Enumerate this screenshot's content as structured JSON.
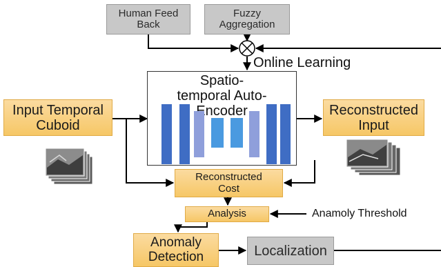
{
  "diagram": {
    "human_feedback": "Human Feed Back",
    "fuzzy_aggregation": "Fuzzy Aggregation",
    "online_learning": "Online Learning",
    "autoencoder_title": "Spatio-temporal Auto-Encoder",
    "input_cuboid": "Input Temporal Cuboid",
    "reconstructed_input": "Reconstructed Input",
    "reconstructed_cost": "Reconstructed Cost",
    "analysis": "Analysis",
    "threshold": "Anamoly Threshold",
    "anomaly_detection": "Anomaly Detection",
    "localization": "Localization"
  },
  "colors": {
    "encoder_dark": "#3f6dc4",
    "encoder_mid": "#8f9fdb",
    "encoder_light": "#4a9ae0",
    "box_gray": "#c8c8c8",
    "box_yellow": "#f6c766"
  }
}
